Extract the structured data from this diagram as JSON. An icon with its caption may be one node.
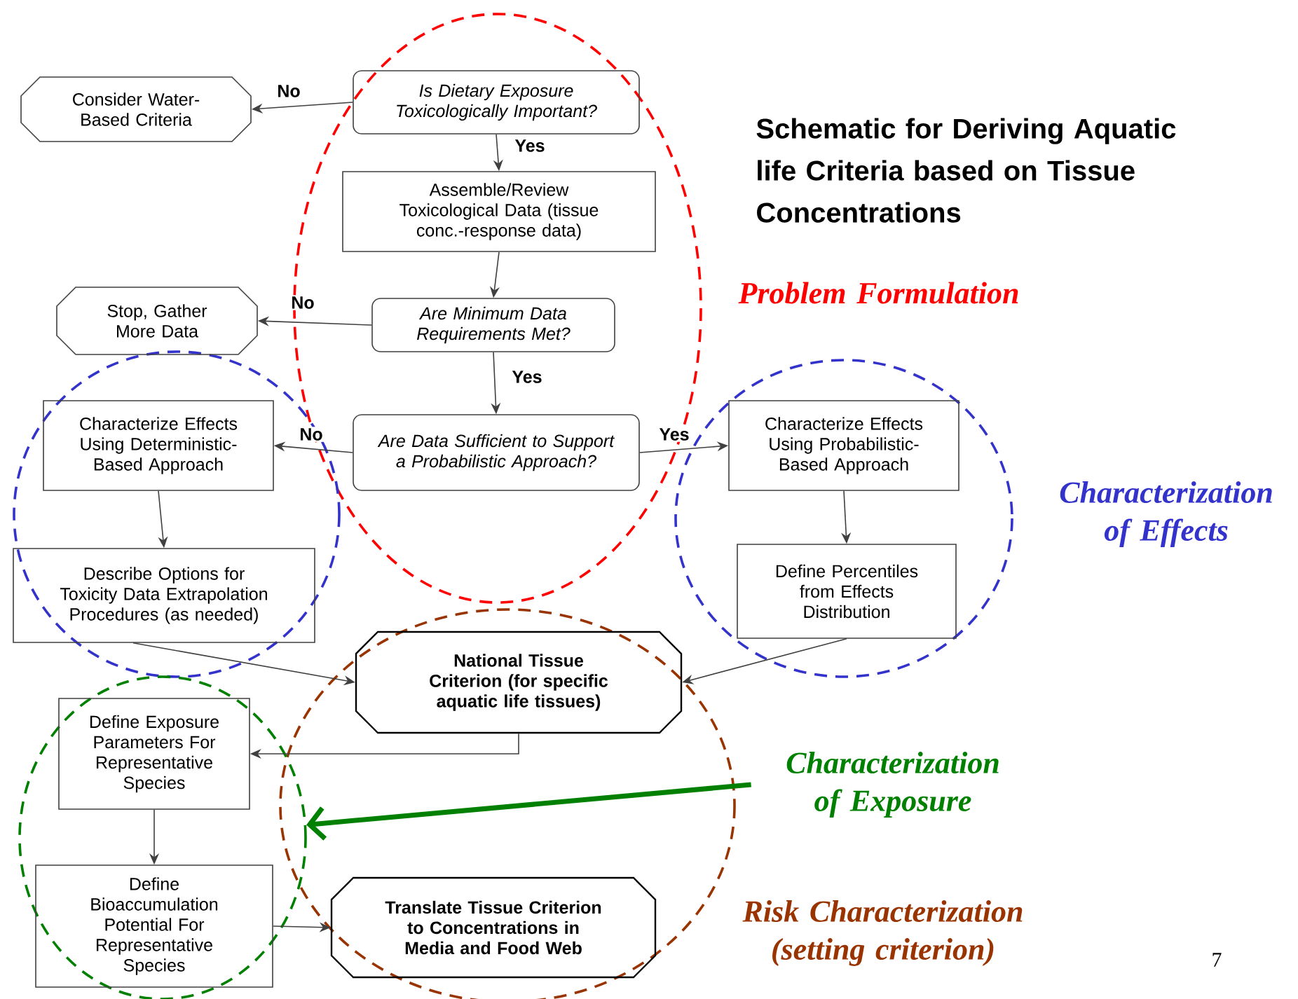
{
  "diagram": {
    "title": "Schematic for Deriving Aquatic life Criteria based on Tissue Concentrations",
    "nodes": [
      {
        "text": [
          "Consider Water-Based Criteria"
        ]
      },
      {
        "text": [
          "Is Dietary Exposure Toxicologically Important?"
        ]
      },
      {
        "text": [
          "Assemble/Review Toxicological Data (tissue conc.-response data)"
        ]
      },
      {
        "text": [
          "Are Minimum Data Requirements Met?"
        ]
      },
      {
        "text": [
          "Stop, Gather More Data"
        ]
      },
      {
        "text": [
          "Are Data Sufficient to Support a Probabilistic Approach?"
        ]
      },
      {
        "text": [
          "Characterize Effects Using Deterministic-Based Approach"
        ]
      },
      {
        "text": [
          "Describe Options for Toxicity Data Extrapolation Procedures (as needed)"
        ]
      },
      {
        "text": [
          "Characterize Effects Using Probabilistic-Based Approach"
        ]
      },
      {
        "text": [
          "Define Percentiles from Effects Distribution"
        ]
      },
      {
        "text": [
          "National Tissue Criterion (for specific aquatic life tissues)"
        ]
      },
      {
        "text": [],
        "shape": "ellipse"
      },
      {
        "text": [
          "Define Exposure Parameters For Representative Species"
        ],
        "in": 11
      },
      {
        "text": [
          "Define Bioaccumulation Potential For Representative Species"
        ],
        "in": 11
      },
      {
        "text": [
          "Translate Tissue Criterion to Concentrations in Media and Food Web"
        ]
      },
      {
        "text": [
          "Characterization of Exposure"
        ]
      }
    ],
    "edges": [
      {
        "from": 1,
        "to": 0,
        "arrow": "to",
        "label": "No"
      },
      {
        "from": 1,
        "to": 2,
        "arrow": "to",
        "label": "Yes"
      },
      {
        "from": 2,
        "to": 3,
        "arrow": "to"
      },
      {
        "from": 3,
        "to": 4,
        "arrow": "to",
        "label": "No"
      },
      {
        "from": 3,
        "to": 5,
        "arrow": "to",
        "label": "Yes"
      },
      {
        "from": 5,
        "to": 6,
        "arrow": "to",
        "label": "No"
      },
      {
        "from": 5,
        "to": 8,
        "arrow": "to",
        "label": "Yes"
      },
      {
        "from": 6,
        "to": 7,
        "arrow": "to"
      },
      {
        "from": 8,
        "to": 9,
        "arrow": "to"
      },
      {
        "from": 7,
        "to": 10,
        "arrow": "to"
      },
      {
        "from": 9,
        "to": 10,
        "arrow": "to"
      },
      {
        "from": 10,
        "to": 12,
        "arrow": "to"
      },
      {
        "from": 12,
        "to": 13,
        "arrow": "to"
      },
      {
        "from": 13,
        "to": 14,
        "arrow": "to"
      },
      {
        "from": 15,
        "to": 11,
        "arrow": "to",
        "style": "thick",
        "color": "#008000"
      }
    ],
    "labels": [
      "Problem Formulation",
      "Characterization of Effects",
      "Risk Characterization (setting criterion)",
      "7"
    ]
  }
}
